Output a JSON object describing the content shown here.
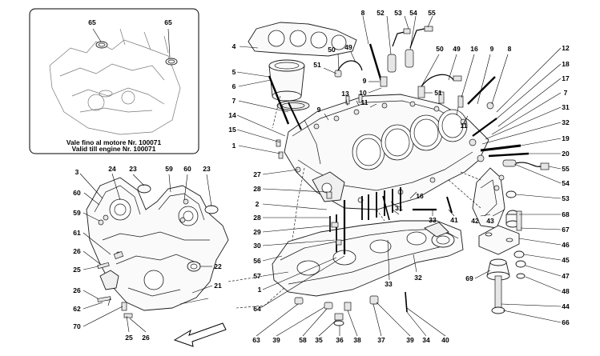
{
  "inset": {
    "note_line1": "Vale fino al motore Nr. 100071",
    "note_line2": "Valid till engine Nr. 100071"
  },
  "callouts": {
    "inset": [
      "65",
      "65"
    ],
    "cover": [
      "3",
      "24",
      "23",
      "59",
      "60",
      "23",
      "60",
      "59",
      "61",
      "26",
      "25",
      "26",
      "62",
      "70",
      "25",
      "26",
      "22",
      "21"
    ],
    "block": [
      "4",
      "5",
      "6",
      "7",
      "14",
      "15",
      "1",
      "27",
      "28",
      "2",
      "28",
      "29",
      "30",
      "56",
      "57",
      "1",
      "64",
      "63",
      "39",
      "58",
      "35",
      "36",
      "38",
      "37",
      "39",
      "34",
      "40",
      "8",
      "52",
      "53",
      "54",
      "55",
      "50",
      "49",
      "51",
      "9",
      "10",
      "13",
      "11",
      "9",
      "50",
      "49",
      "51",
      "16",
      "9",
      "8",
      "11",
      "16",
      "31",
      "33",
      "41",
      "32",
      "33",
      "12",
      "18",
      "17",
      "7",
      "31",
      "32",
      "19",
      "20",
      "55",
      "54",
      "53",
      "68",
      "42",
      "43",
      "67",
      "46",
      "45",
      "47",
      "69",
      "48",
      "44",
      "66"
    ]
  }
}
